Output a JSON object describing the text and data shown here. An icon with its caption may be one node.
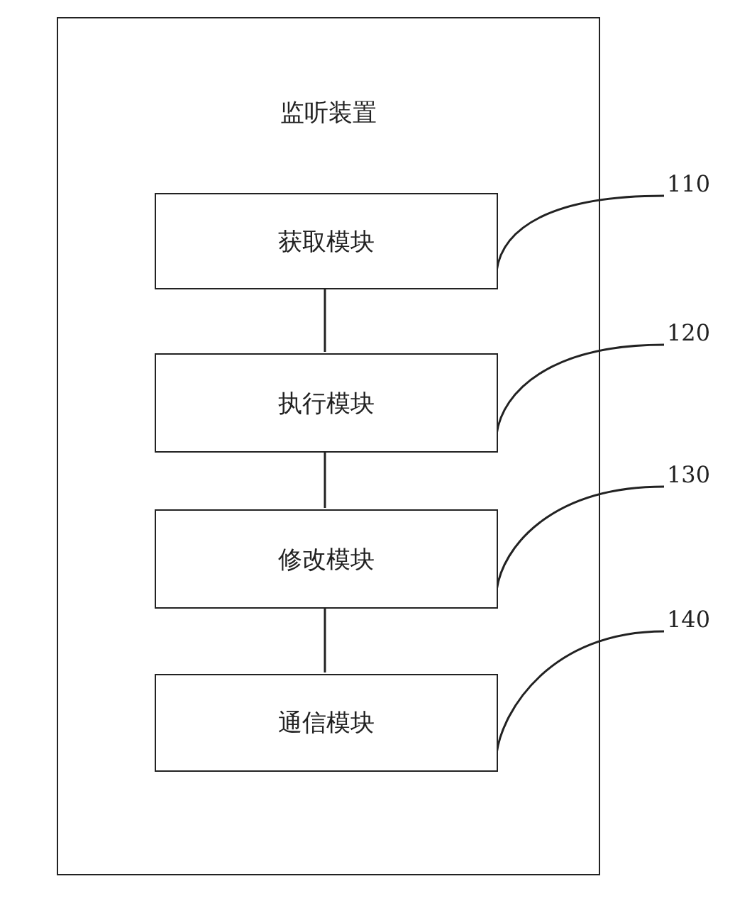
{
  "diagram": {
    "nodes": [
      {
        "text": [
          "监听装置"
        ]
      },
      {
        "text": [
          "获取模块"
        ],
        "in": 0
      },
      {
        "text": [
          "执行模块"
        ],
        "in": 0
      },
      {
        "text": [
          "修改模块"
        ],
        "in": 0
      },
      {
        "text": [
          "通信模块"
        ],
        "in": 0
      },
      {
        "text": [
          "110"
        ]
      },
      {
        "text": [
          "120"
        ]
      },
      {
        "text": [
          "130"
        ]
      },
      {
        "text": [
          "140"
        ]
      }
    ],
    "edges": [
      {
        "from": 1,
        "to": 2,
        "arrow": "none"
      },
      {
        "from": 2,
        "to": 3,
        "arrow": "none"
      },
      {
        "from": 3,
        "to": 4,
        "arrow": "none"
      },
      {
        "from": 5,
        "to": 1,
        "arrow": "none"
      },
      {
        "from": 6,
        "to": 2,
        "arrow": "none"
      },
      {
        "from": 7,
        "to": 3,
        "arrow": "none"
      },
      {
        "from": 8,
        "to": 4,
        "arrow": "none"
      }
    ]
  }
}
